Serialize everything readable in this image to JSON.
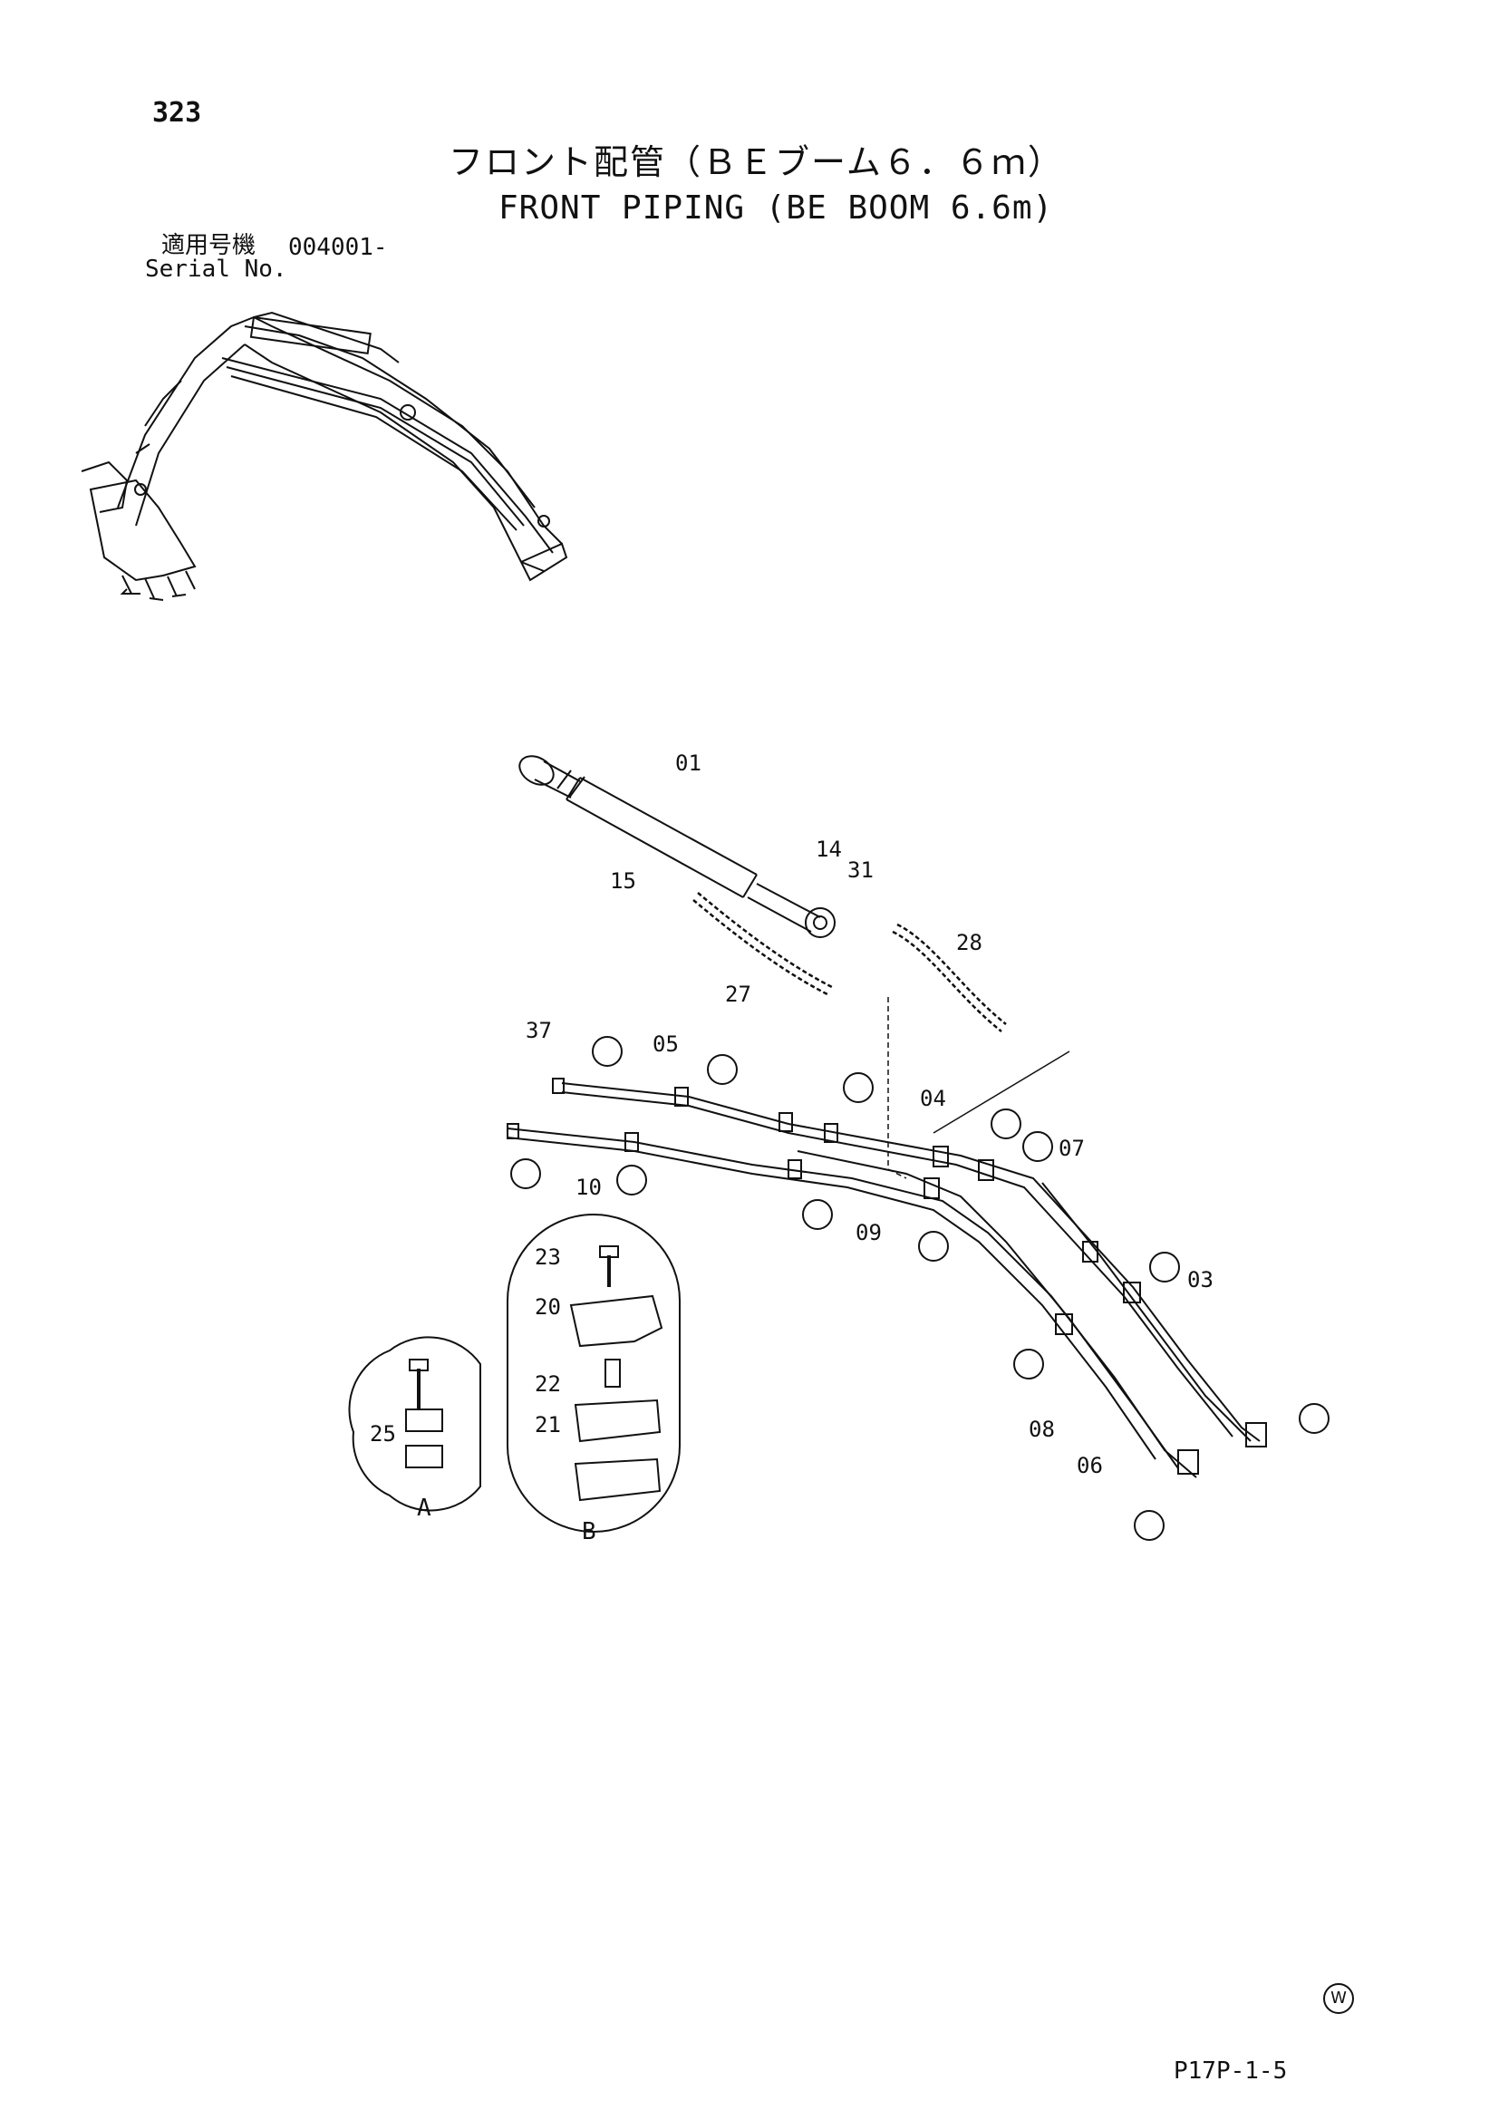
{
  "header": {
    "page_number": "323",
    "title_jp": "フロント配管（ＢＥブーム６．６ｍ）",
    "title_en": "FRONT PIPING (BE BOOM 6.6m)",
    "serial_label_jp": "適用号機",
    "serial_code": "004001-",
    "serial_label_en": "Serial No."
  },
  "footer": {
    "doc_code": "P17P-1-5",
    "mark": "W"
  },
  "part_labels": [
    "01",
    "03",
    "04",
    "05",
    "06",
    "07",
    "08",
    "09",
    "10",
    "14",
    "15",
    "20",
    "21",
    "22",
    "23",
    "25",
    "27",
    "28",
    "31",
    "37"
  ],
  "detail_labels": {
    "clamp_a": "A",
    "clamp_b": "B"
  }
}
